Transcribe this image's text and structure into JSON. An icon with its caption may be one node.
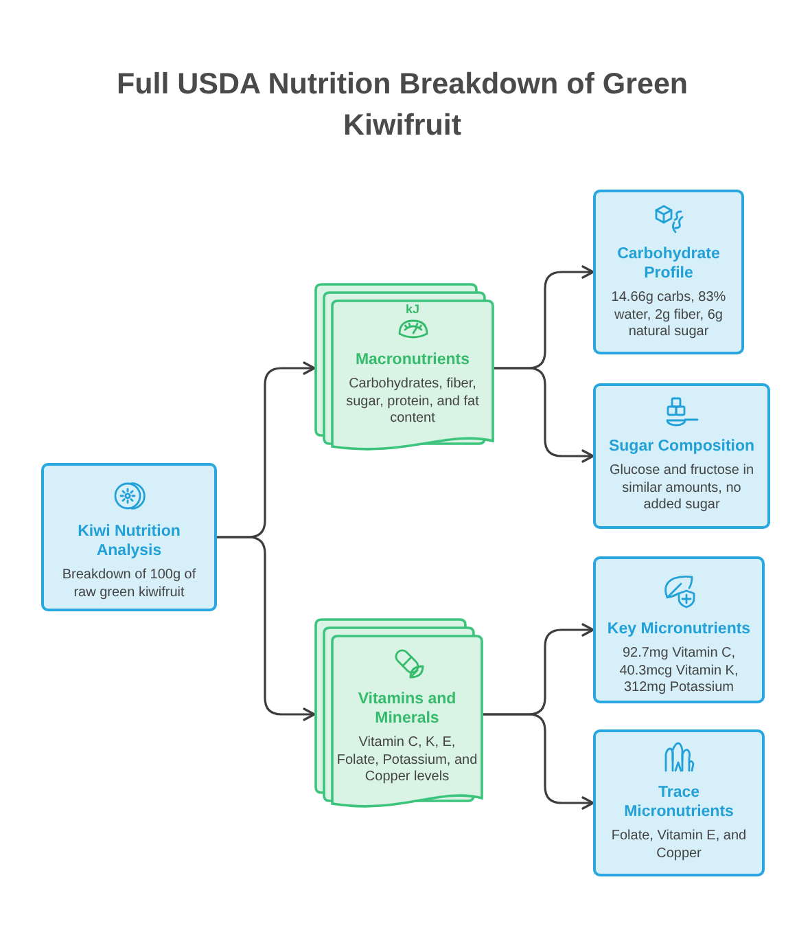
{
  "diagram": {
    "title": "Full USDA Nutrition Breakdown of Green Kiwifruit",
    "nodes": [
      {
        "text": [
          "Kiwi Nutrition Analysis",
          "Breakdown of 100g of raw green kiwifruit"
        ]
      },
      {
        "text": [
          "kJ",
          "Macronutrients",
          "Carbohydrates, fiber, sugar, protein, and fat content"
        ]
      },
      {
        "text": [
          "Vitamins and Minerals",
          "Vitamin C, K, E, Folate, Potassium, and Copper levels"
        ]
      },
      {
        "text": [
          "Carbohydrate Profile",
          "14.66g carbs, 83% water, 2g fiber, 6g natural sugar"
        ]
      },
      {
        "text": [
          "Sugar Composition",
          "Glucose and fructose in similar amounts, no added sugar"
        ]
      },
      {
        "text": [
          "Key Micronutrients",
          "92.7mg Vitamin C, 40.3mcg Vitamin K, 312mg Potassium"
        ]
      },
      {
        "text": [
          "Trace Micronutrients",
          "Folate, Vitamin E, and Copper"
        ]
      }
    ],
    "edges": [
      {
        "from": 0,
        "to": 1,
        "arrow": "to"
      },
      {
        "from": 0,
        "to": 2,
        "arrow": "to"
      },
      {
        "from": 1,
        "to": 3,
        "arrow": "to"
      },
      {
        "from": 1,
        "to": 4,
        "arrow": "to"
      },
      {
        "from": 2,
        "to": 5,
        "arrow": "to"
      },
      {
        "from": 2,
        "to": 6,
        "arrow": "to"
      }
    ]
  }
}
